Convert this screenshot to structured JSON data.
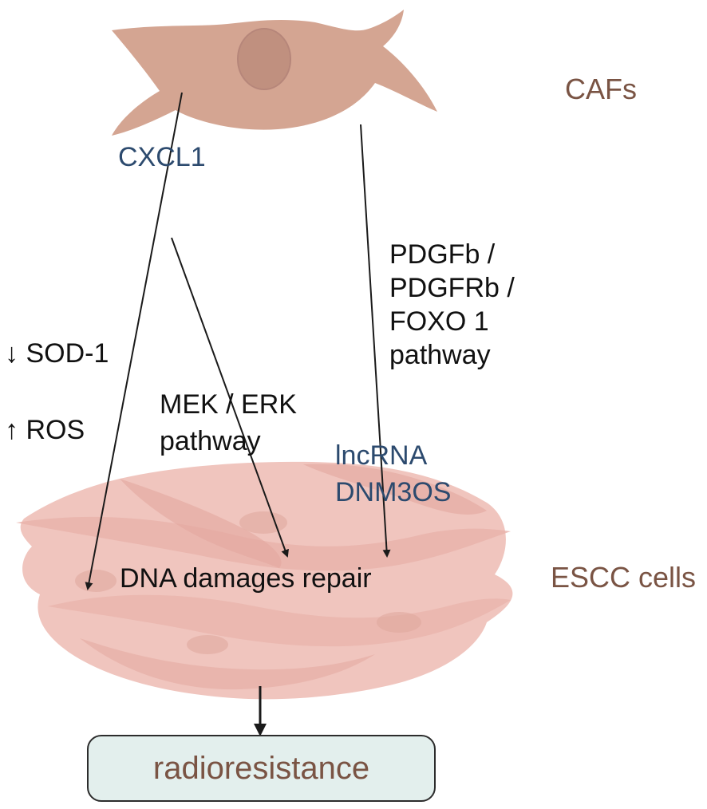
{
  "labels": {
    "cafs": "CAFs",
    "cxcl1": "CXCL1",
    "pdgf_lines": [
      "PDGFb /",
      "PDGFRb /",
      "FOXO 1",
      "pathway"
    ],
    "sod1": "SOD-1",
    "ros": "ROS",
    "mek_lines": [
      "MEK / ERK",
      "pathway"
    ],
    "lncrna_lines": [
      "lncRNA",
      "DNM3OS"
    ],
    "dna_repair": "DNA damages repair",
    "escc": "ESCC cells",
    "radioresistance": "radioresistance"
  },
  "symbols": {
    "down_arrow": "↓",
    "up_arrow": "↑"
  },
  "colors": {
    "caf_body": "#d4a592",
    "caf_nucleus": "#c0907f",
    "escc_cells": "#f0c5be",
    "escc_cells_dark": "#e8b2aa",
    "brown_text": "#7a5444",
    "blue_text": "#2c4a6e",
    "box_fill": "#e3efed"
  }
}
